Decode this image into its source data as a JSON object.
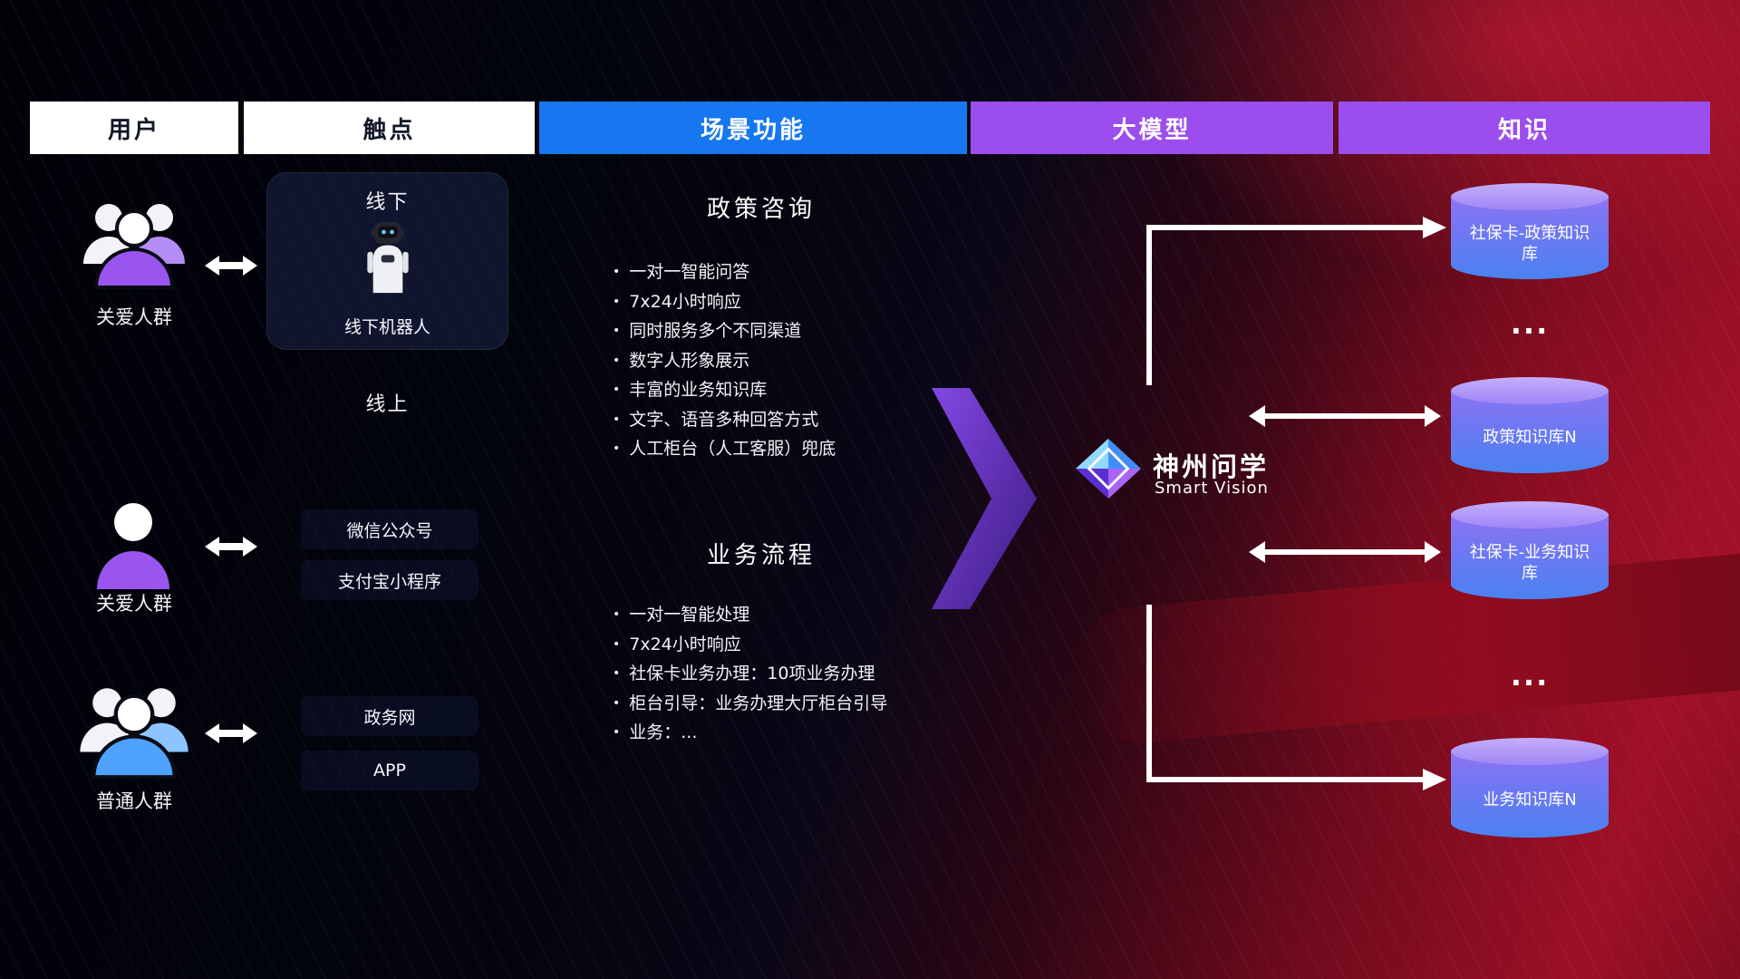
{
  "header": {
    "columns": [
      {
        "label": "用户"
      },
      {
        "label": "触点"
      },
      {
        "label": "场景功能"
      },
      {
        "label": "大模型"
      },
      {
        "label": "知识"
      }
    ]
  },
  "users": [
    {
      "label": "关爱人群"
    },
    {
      "label": "关爱人群"
    },
    {
      "label": "普通人群"
    }
  ],
  "touchpoints": {
    "offline_title": "线下",
    "robot_label": "线下机器人",
    "online_title": "线上",
    "channels": [
      "微信公众号",
      "支付宝小程序",
      "政务网",
      "APP"
    ]
  },
  "scenarios": [
    {
      "title": "政策咨询",
      "items": [
        "一对一智能问答",
        "7x24小时响应",
        "同时服务多个不同渠道",
        "数字人形象展示",
        "丰富的业务知识库",
        "文字、语音多种回答方式",
        "人工柜台（人工客服）兜底"
      ]
    },
    {
      "title": "业务流程",
      "items": [
        "一对一智能处理",
        "7x24小时响应",
        "社保卡业务办理：10项业务办理",
        "柜台引导：业务办理大厅柜台引导",
        "业务：..."
      ]
    }
  ],
  "model": {
    "name": "神州问学",
    "subtitle": "Smart Vision"
  },
  "knowledge": {
    "ellipsis": "...",
    "databases": [
      "社保卡-政策知识库",
      "政策知识库N",
      "社保卡-业务知识库",
      "业务知识库N"
    ]
  },
  "colors": {
    "header_blue": "#1677f0",
    "header_purple": "#9b4ded",
    "cylinder_top": "#b9a2f9",
    "cylinder_bottom": "#4b82f0",
    "user_purple": "#9a55ee",
    "user_blue": "#4fa3ff",
    "flow_arrow_purple": "#6a35d8",
    "connector_white": "#ffffff"
  }
}
